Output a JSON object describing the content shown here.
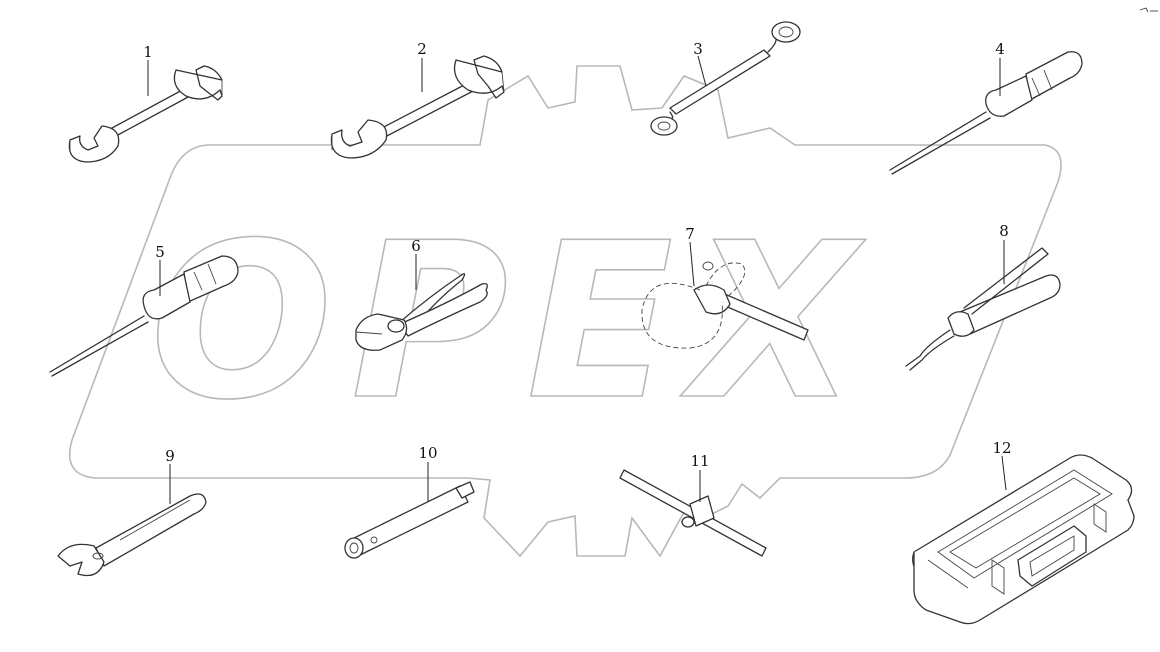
{
  "watermark": {
    "text": "OPEX"
  },
  "parts": [
    {
      "id": "part-1",
      "label": "1"
    },
    {
      "id": "part-2",
      "label": "2"
    },
    {
      "id": "part-3",
      "label": "3"
    },
    {
      "id": "part-4",
      "label": "4"
    },
    {
      "id": "part-5",
      "label": "5"
    },
    {
      "id": "part-6",
      "label": "6"
    },
    {
      "id": "part-7",
      "label": "7"
    },
    {
      "id": "part-8",
      "label": "8"
    },
    {
      "id": "part-9",
      "label": "9"
    },
    {
      "id": "part-10",
      "label": "10"
    },
    {
      "id": "part-11",
      "label": "11"
    },
    {
      "id": "part-12",
      "label": "12"
    }
  ],
  "colors": {
    "linework": "#333333",
    "watermark": "#b8b8b8",
    "background": "#ffffff"
  }
}
